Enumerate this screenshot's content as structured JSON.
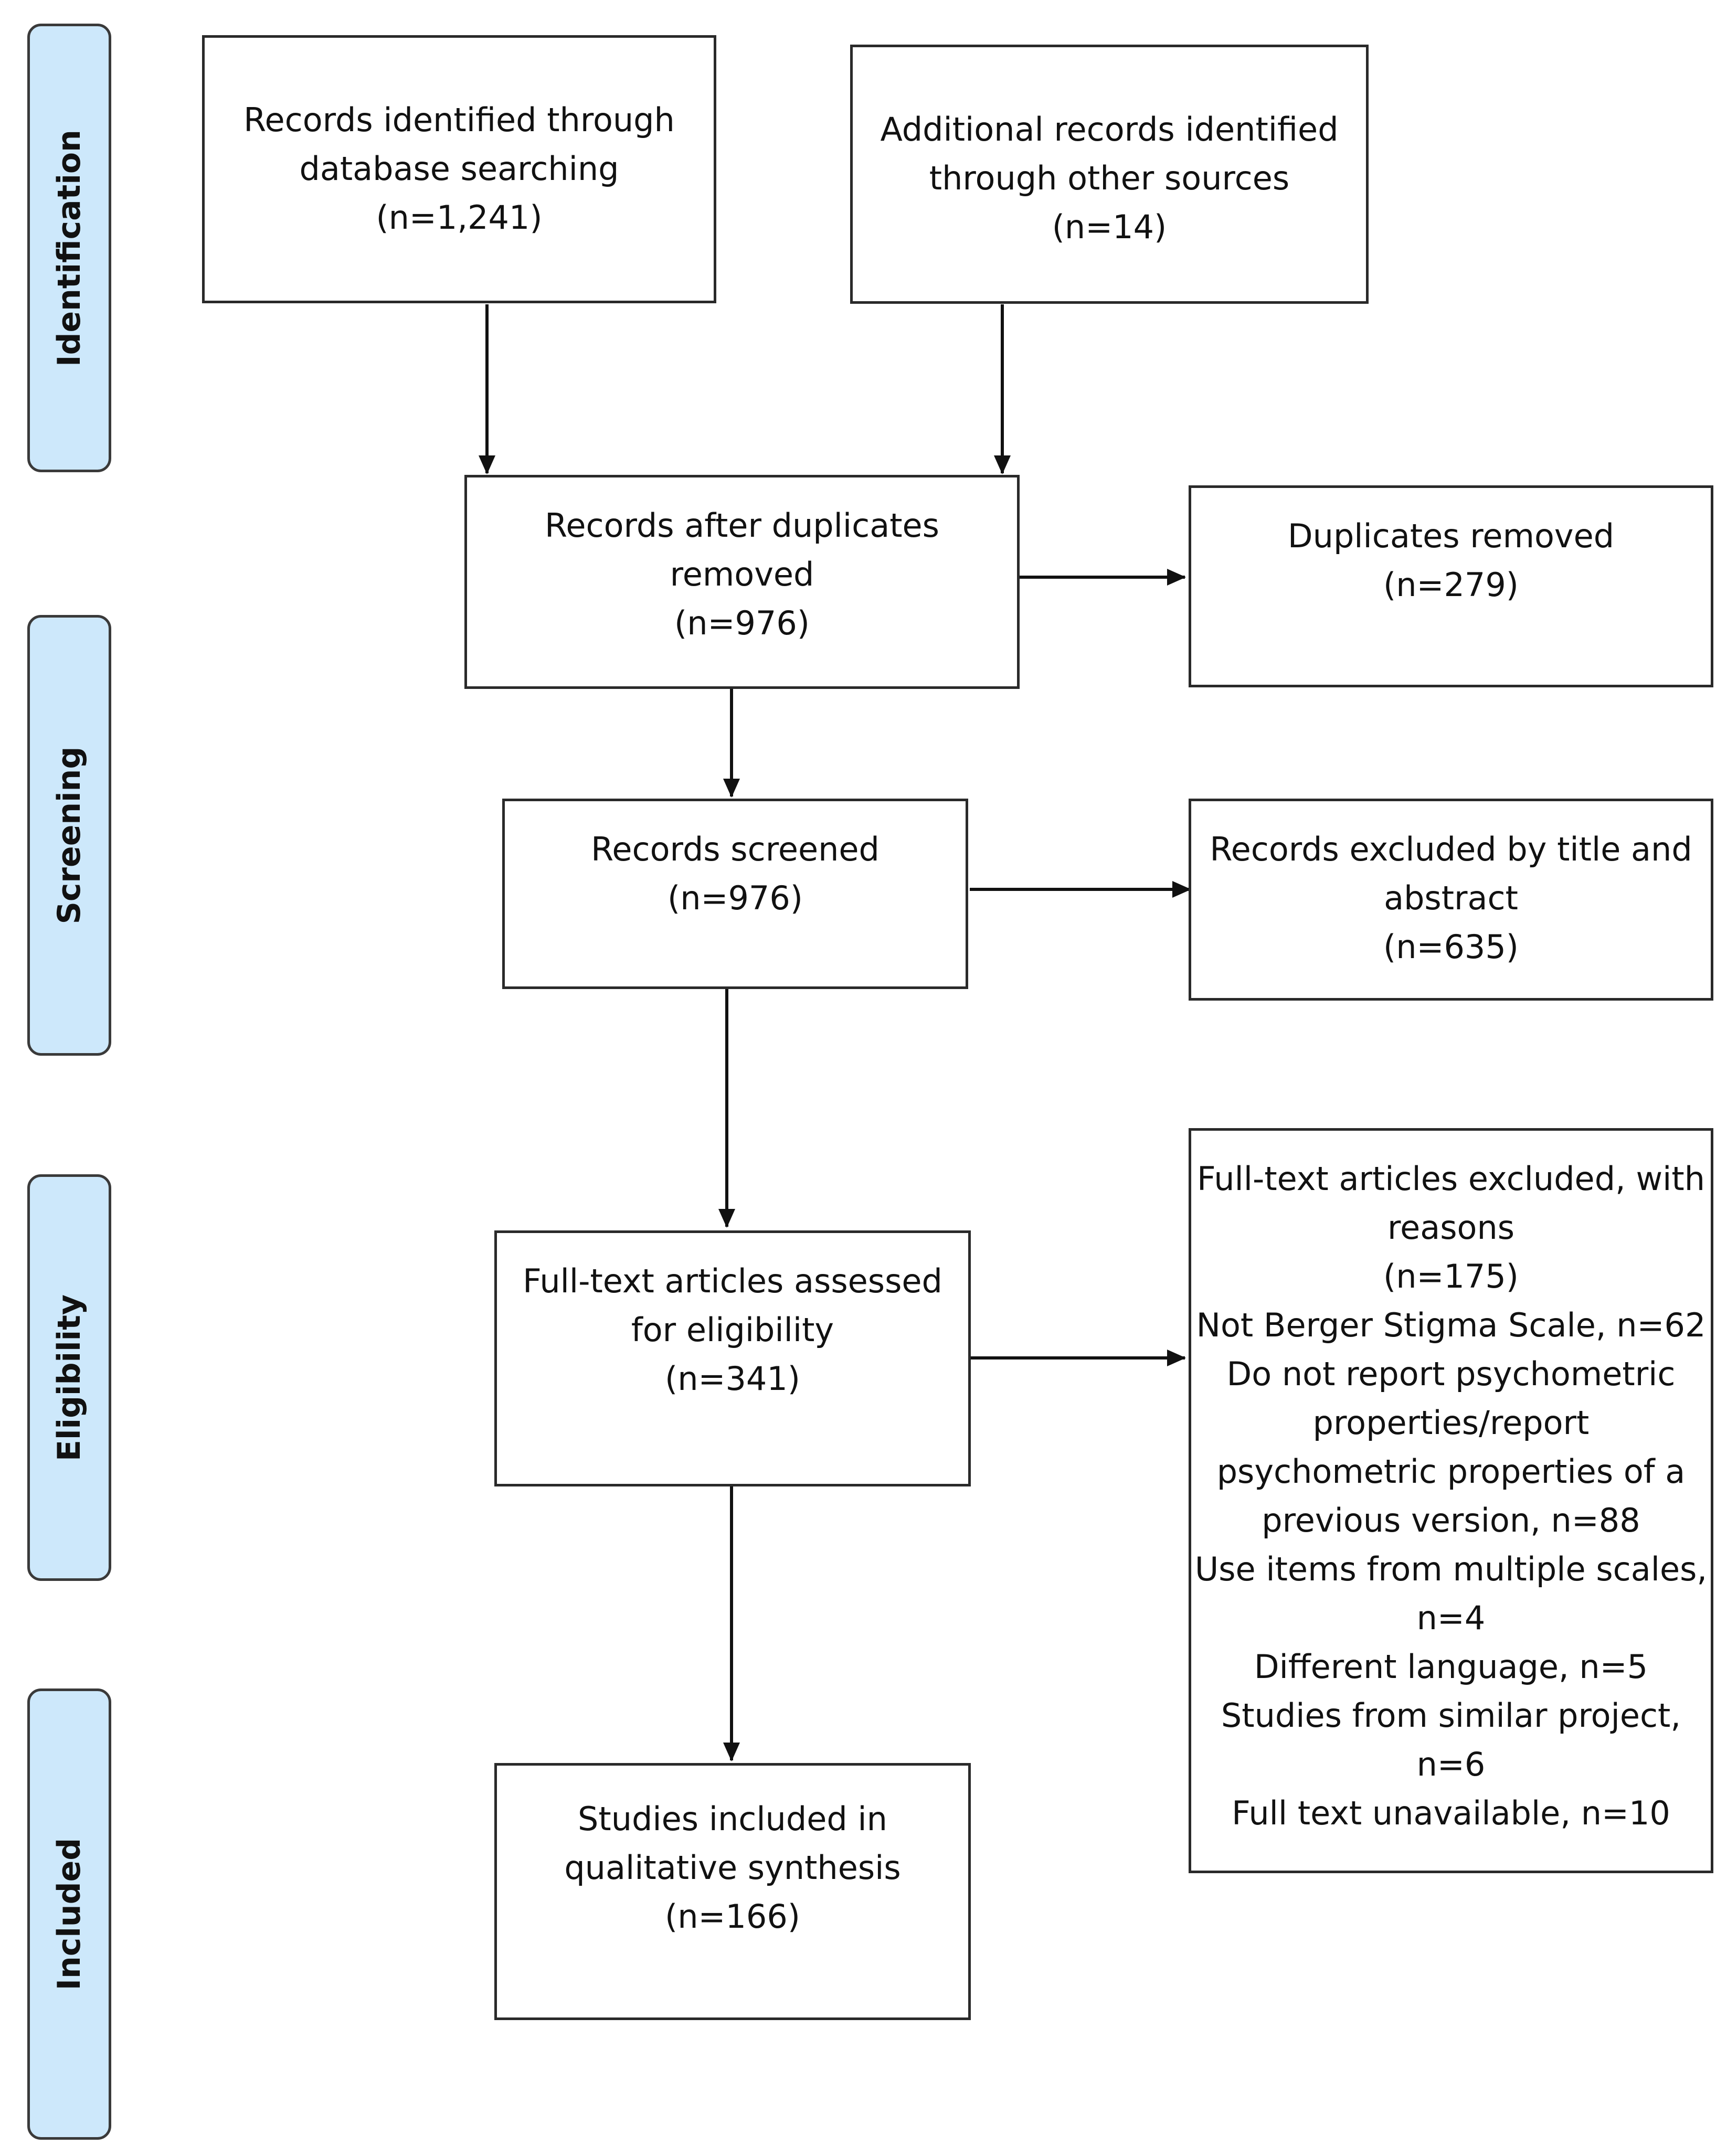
{
  "stages": [
    {
      "key": "identification",
      "label": "Identification"
    },
    {
      "key": "screening",
      "label": "Screening"
    },
    {
      "key": "eligibility",
      "label": "Eligibility"
    },
    {
      "key": "included",
      "label": "Included"
    }
  ],
  "boxes": {
    "database_records": [
      "Records identified through",
      "database searching",
      "(n=1,241)"
    ],
    "other_sources": [
      "Additional records identified",
      "through other sources",
      "(n=14)"
    ],
    "after_duplicates": [
      "Records after duplicates",
      "removed",
      "(n=976)"
    ],
    "duplicates_removed": [
      "Duplicates removed",
      "(n=279)"
    ],
    "screened": [
      "Records screened",
      "(n=976)"
    ],
    "excluded_title_abstract": [
      "Records excluded by title and",
      "abstract",
      "(n=635)"
    ],
    "fulltext_assessed": [
      "Full-text articles assessed",
      "for eligibility",
      "(n=341)"
    ],
    "fulltext_excluded": [
      "Full-text articles excluded, with",
      "reasons",
      "(n=175)",
      "Not Berger Stigma Scale, n=62",
      "Do not report psychometric",
      "properties/report",
      "psychometric properties of a",
      "previous version, n=88",
      "Use items from multiple scales,",
      "n=4",
      "Different language, n=5",
      "Studies from similar project,",
      "n=6",
      "Full text unavailable, n=10"
    ],
    "included_studies": [
      "Studies included in",
      "qualitative synthesis",
      "(n=166)"
    ]
  }
}
